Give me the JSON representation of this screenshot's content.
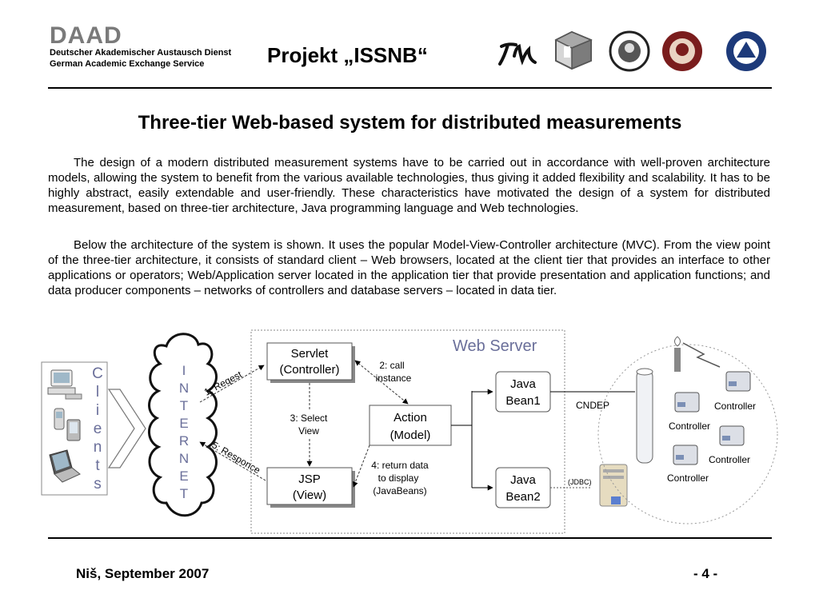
{
  "header": {
    "logo_word": "DAAD",
    "logo_line1": "Deutscher Akademischer Austausch Dienst",
    "logo_line2": "German Academic Exchange Service",
    "project_title": "Projekt „ISSNB“"
  },
  "slide": {
    "title": "Three-tier Web-based system for distributed measurements",
    "paragraph1": "The design of a modern distributed measurement systems have to be carried out in accordance with well-proven architecture models, allowing the system to benefit from the various available technologies, thus giving it added flexibility and scalability. It has to be highly abstract, easily extendable and user-friendly. These characteristics have motivated the design of a system for distributed measurement, based on three-tier architecture, Java programming language and Web technologies.",
    "paragraph2": "Below the architecture of the system is shown. It uses the popular Model-View-Controller architecture (MVC). From the view point of the three-tier architecture, it consists of standard client – Web browsers, located at the client tier that provides an interface to other applications or operators; Web/Application server located in the application tier that provide presentation and application functions; and data producer components – networks of controllers and database servers – located in data tier."
  },
  "diagram": {
    "clients_letters": [
      "C",
      "l",
      "i",
      "e",
      "n",
      "t",
      "s"
    ],
    "internet_letters": [
      "I",
      "N",
      "T",
      "E",
      "R",
      "N",
      "E",
      "T"
    ],
    "request_label": "1: Reqest",
    "response_label": "5: Responce",
    "web_server_label": "Web Server",
    "servlet_line1": "Servlet",
    "servlet_line2": "(Controller)",
    "call_line1": "2: call",
    "call_line2": "instance",
    "select_line1": "3: Select",
    "select_line2": "View",
    "action_line1": "Action",
    "action_line2": "(Model)",
    "jsp_line1": "JSP",
    "jsp_line2": "(View)",
    "return_line1": "4: return data",
    "return_line2": "to display",
    "return_line3": "(JavaBeans)",
    "bean1_line1": "Java",
    "bean1_line2": "Bean1",
    "bean2_line1": "Java",
    "bean2_line2": "Bean2",
    "cndep_label": "CNDEP",
    "jdbc_label": "(JDBC)",
    "controller_labels": [
      "Controller",
      "Controller",
      "Controller",
      "Controller"
    ]
  },
  "footer": {
    "left": "Niš, September 2007",
    "right": "- 4 -"
  }
}
